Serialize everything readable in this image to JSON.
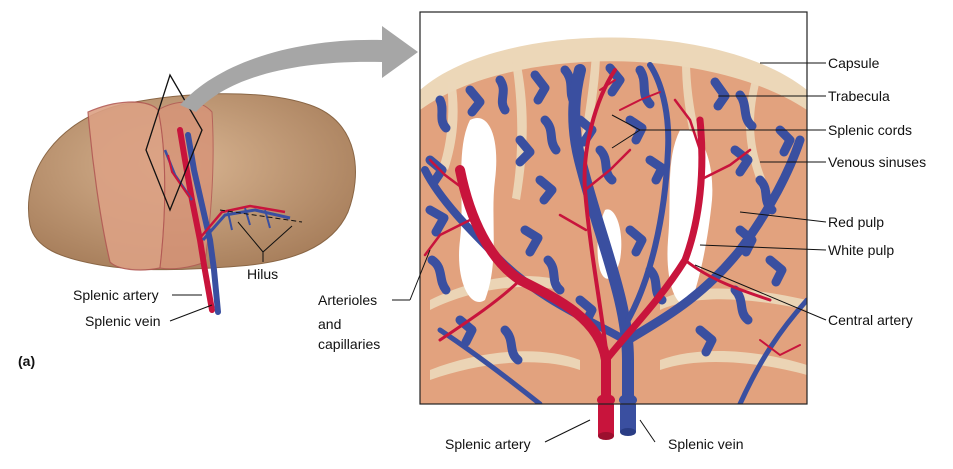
{
  "panel_label": "(a)",
  "left_view": {
    "hilus": "Hilus",
    "splenic_artery": "Splenic artery",
    "splenic_vein": "Splenic vein"
  },
  "detail_view": {
    "capsule": "Capsule",
    "trabecula": "Trabecula",
    "splenic_cords": "Splenic cords",
    "venous_sinuses": "Venous sinuses",
    "red_pulp": "Red pulp",
    "white_pulp": "White pulp",
    "central_artery": "Central artery",
    "arterioles_line1": "Arterioles",
    "arterioles_line2": "and",
    "arterioles_line3": "capillaries",
    "splenic_artery": "Splenic artery",
    "splenic_vein": "Splenic vein"
  },
  "colors": {
    "spleen_tissue": "#c9a07c",
    "pulp": "#e2a27e",
    "capsule": "#ecd7b8",
    "vein_blue": "#3a4fa0",
    "artery_red": "#c8143c",
    "white_pulp": "#ffffff",
    "arrow_gray": "#a6a6a6"
  }
}
